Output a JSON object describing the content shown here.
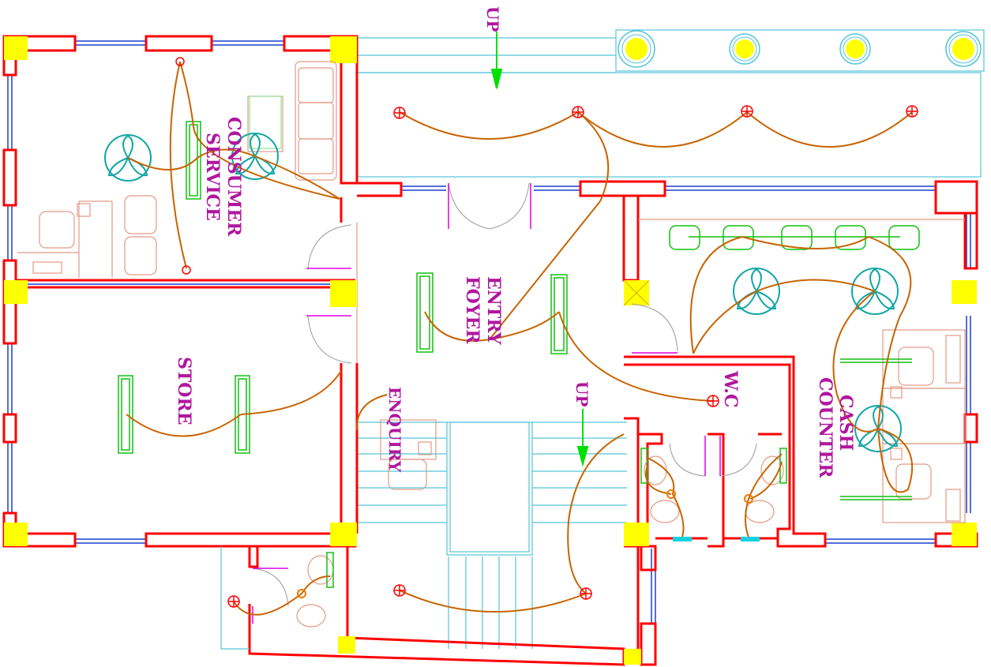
{
  "drawing": {
    "rooms": {
      "consumer_service": [
        "CONSUMER",
        "SERVICE"
      ],
      "entry_foyer": [
        "ENTRY",
        "FOYER"
      ],
      "store": "STORE",
      "enquiry": "ENQUIRY",
      "wc": "W.C",
      "cash_counter": [
        "CASH",
        "COUNTER"
      ]
    },
    "stair_labels": {
      "top": "UP",
      "middle": "UP"
    }
  },
  "colors": {
    "wall": "#ff0000",
    "column": "#ffff00",
    "wiring": "#c86400",
    "room_label": "#b0179e",
    "fan": "#12a6a6",
    "tube_light": "#10c010",
    "stair_lines": "#53c5d8",
    "window_glass": "#1a3fd0",
    "arrow": "#00e000"
  }
}
